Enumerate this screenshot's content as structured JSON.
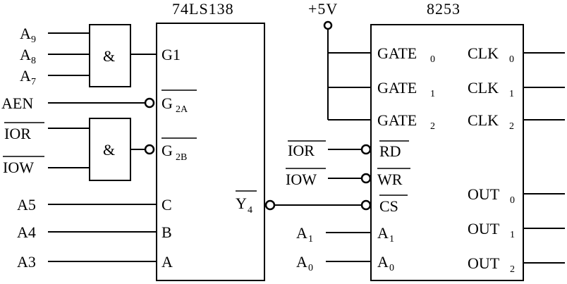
{
  "decoder": {
    "title": "74LS138",
    "pin_g1": "G1",
    "pin_g2a": "G",
    "pin_g2a_sub": "2A",
    "pin_g2b": "G",
    "pin_g2b_sub": "2B",
    "pin_c": "C",
    "pin_b": "B",
    "pin_a": "A",
    "pin_y4": "Y",
    "pin_y4_sub": "4"
  },
  "timer": {
    "title": "8253",
    "pin_gate0": "GATE",
    "pin_gate0_sub": "0",
    "pin_gate1": "GATE",
    "pin_gate1_sub": "1",
    "pin_gate2": "GATE",
    "pin_gate2_sub": "2",
    "pin_rd": "RD",
    "pin_wr": "WR",
    "pin_cs": "CS",
    "pin_a1": "A",
    "pin_a1_sub": "1",
    "pin_a0": "A",
    "pin_a0_sub": "0",
    "pin_clk0": "CLK",
    "pin_clk0_sub": "0",
    "pin_clk1": "CLK",
    "pin_clk1_sub": "1",
    "pin_clk2": "CLK",
    "pin_clk2_sub": "2",
    "pin_out0": "OUT",
    "pin_out0_sub": "0",
    "pin_out1": "OUT",
    "pin_out1_sub": "1",
    "pin_out2": "OUT",
    "pin_out2_sub": "2"
  },
  "power": {
    "label": "+5V"
  },
  "gates": {
    "and_symbol": "&"
  },
  "inputs": {
    "a9": "A",
    "a9_sub": "9",
    "a8": "A",
    "a8_sub": "8",
    "a7": "A",
    "a7_sub": "7",
    "aen": "AEN",
    "ior": "IOR",
    "iow": "IOW",
    "a5": "A5",
    "a4": "A4",
    "a3": "A3",
    "ior2": "IOR",
    "iow2": "IOW",
    "a1": "A",
    "a1_sub": "1",
    "a0": "A",
    "a0_sub": "0"
  }
}
